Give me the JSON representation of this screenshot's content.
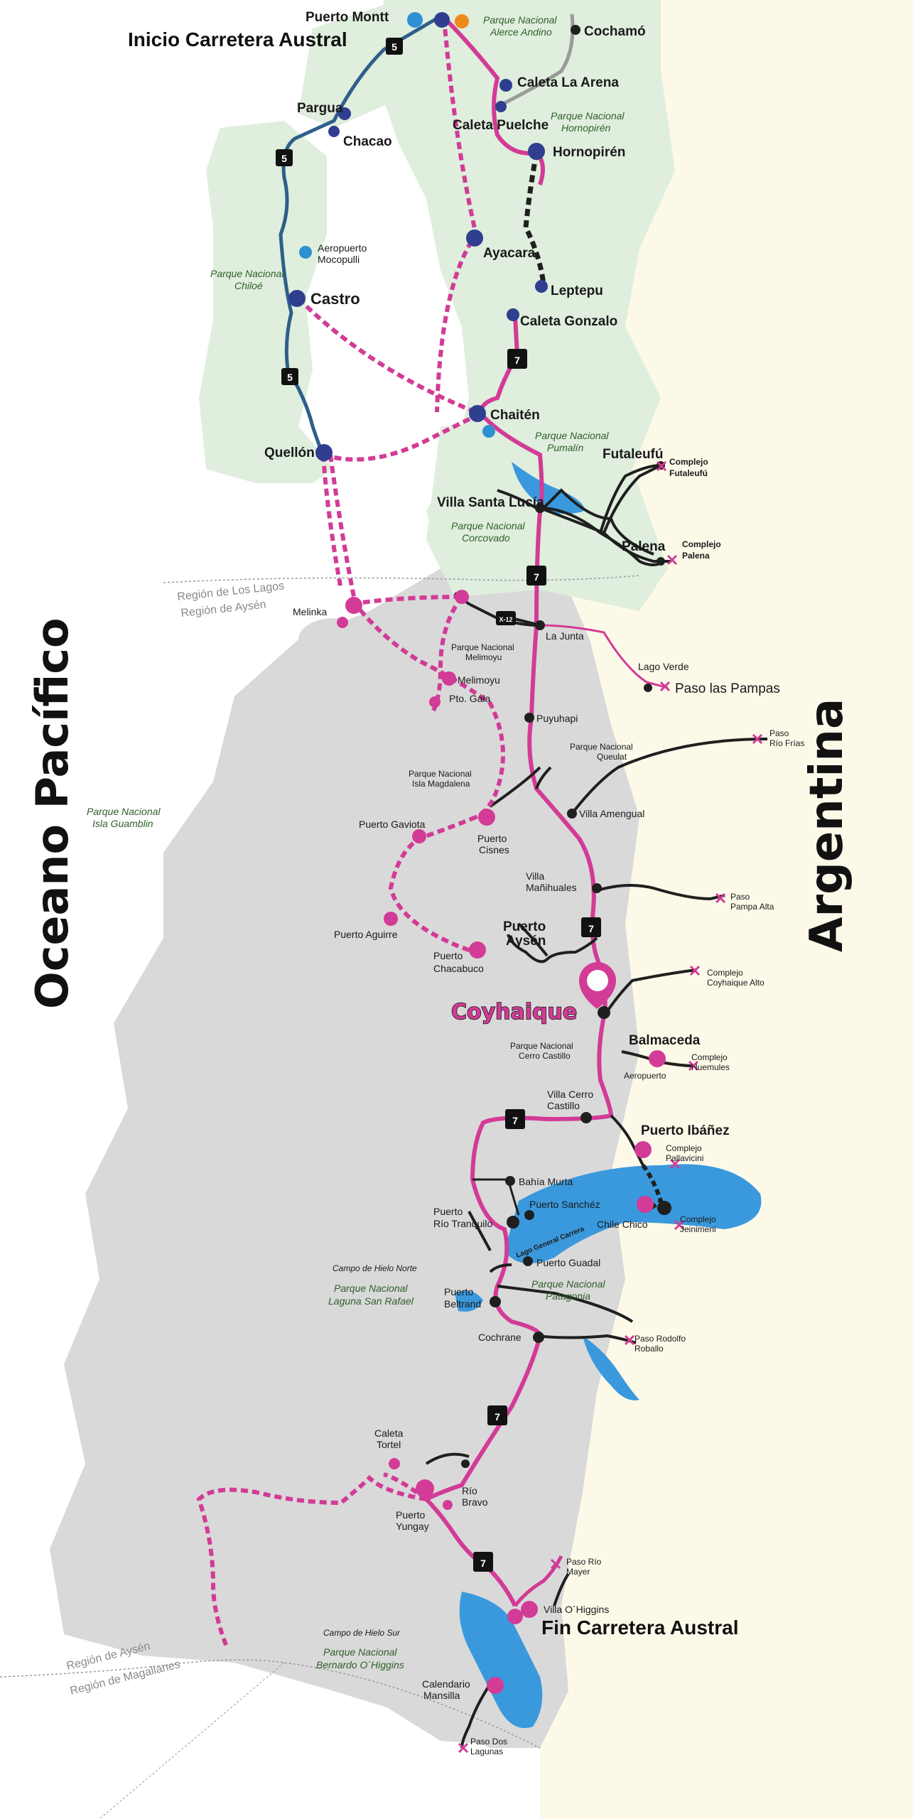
{
  "colors": {
    "chile_land": "#d9d9d9",
    "green_park": "#dfeedd",
    "argentina": "#fdf9e9",
    "water": "#3a99dd",
    "carretera": "#d23b96",
    "ferry": "#d23b96",
    "road": "#1f1f1f",
    "chiloe_road": "#2d5f8a",
    "grey_road": "#9a9a9a",
    "terminal_blue": "#2f3e8f",
    "terminal_pink": "#d23b96"
  },
  "labels": {
    "ocean": "Oceano Pacífico",
    "country": "Argentina",
    "start": "Inicio Carretera Austral",
    "end": "Fin Carretera Austral",
    "coyhaique": "Coyhaique",
    "region_lagos": "Región de Los Lagos",
    "region_aysen_north": "Región de Aysén",
    "region_aysen_south": "Región de Aysén",
    "region_magallanes": "Región de Magallanes"
  },
  "places": {
    "puerto_montt": "Puerto Montt",
    "cochamo": "Cochamó",
    "caleta_la_arena": "Caleta La Arena",
    "caleta_puelche": "Caleta Puelche",
    "hornopiren": "Hornopirén",
    "pargua": "Pargua",
    "chacao": "Chacao",
    "aeropuerto_mocopulli_1": "Aeropuerto",
    "aeropuerto_mocopulli_2": "Mocopulli",
    "ayacara": "Ayacara",
    "leptepu": "Leptepu",
    "caleta_gonzalo": "Caleta Gonzalo",
    "castro": "Castro",
    "chaiten": "Chaitén",
    "quellon": "Quellón",
    "futaleufu": "Futaleufú",
    "complejo_futaleufu_1": "Complejo",
    "complejo_futaleufu_2": "Futaleufú",
    "villa_santa_lucia": "Villa Santa Lucía",
    "palena": "Palena",
    "complejo_palena_1": "Complejo",
    "complejo_palena_2": "Palena",
    "melinka": "Melinka",
    "la_junta": "La Junta",
    "melimoyu": "Melimoyu",
    "pto_gala": "Pto. Gala",
    "lago_verde": "Lago Verde",
    "paso_las_pampas": "Paso las Pampas",
    "puyuhapi": "Puyuhapi",
    "paso_rio_frias_1": "Paso",
    "paso_rio_frias_2": "Río Frías",
    "villa_amengual": "Villa Amengual",
    "puerto_gaviota": "Puerto Gaviota",
    "puerto_cisnes_1": "Puerto",
    "puerto_cisnes_2": "Cisnes",
    "villa_manihuales_1": "Villa",
    "villa_manihuales_2": "Mañihuales",
    "paso_pampa_alta_1": "Paso",
    "paso_pampa_alta_2": "Pampa Alta",
    "puerto_aguirre": "Puerto Aguirre",
    "puerto_aysen_1": "Puerto",
    "puerto_aysen_2": "Aysén",
    "puerto_chacabuco_1": "Puerto",
    "puerto_chacabuco_2": "Chacabuco",
    "complejo_coyhaique_alto_1": "Complejo",
    "complejo_coyhaique_alto_2": "Coyhaique Alto",
    "balmaceda": "Balmaceda",
    "aeropuerto_balmaceda": "Aeropuerto",
    "complejo_huemules_1": "Complejo",
    "complejo_huemules_2": "Huemules",
    "villa_cerro_castillo_1": "Villa Cerro",
    "villa_cerro_castillo_2": "Castillo",
    "puerto_ibanez": "Puerto Ibáñez",
    "complejo_pallavicini_1": "Complejo",
    "complejo_pallavicini_2": "Pallavicini",
    "bahia_murta": "Bahía Murta",
    "puerto_sanchez": "Puerto Sanchéz",
    "puerto_rio_tranquilo_1": "Puerto",
    "puerto_rio_tranquilo_2": "Río Tranquilo",
    "chile_chico": "Chile Chico",
    "complejo_jeinimeni_1": "Complejo",
    "complejo_jeinimeni_2": "Jeinimeni",
    "lago_general_carrera": "Lago General Carrera",
    "puerto_guadal": "Puerto Guadal",
    "puerto_bertrand_1": "Puerto",
    "puerto_bertrand_2": "Beltrand",
    "cochrane": "Cochrane",
    "paso_rodolfo_roballo_1": "Paso Rodolfo",
    "paso_rodolfo_roballo_2": "Roballo",
    "caleta_tortel_1": "Caleta",
    "caleta_tortel_2": "Tortel",
    "rio_bravo_1": "Río",
    "rio_bravo_2": "Bravo",
    "puerto_yungay_1": "Puerto",
    "puerto_yungay_2": "Yungay",
    "paso_rio_mayer_1": "Paso Río",
    "paso_rio_mayer_2": "Mayer",
    "villa_ohiggins": "Villa O´Higgins",
    "calendario_mansilla_1": "Calendario",
    "calendario_mansilla_2": "Mansilla",
    "paso_dos_lagunas_1": "Paso Dos",
    "paso_dos_lagunas_2": "Lagunas"
  },
  "parks": {
    "alerce_andino_1": "Parque Nacional",
    "alerce_andino_2": "Alerce Andino",
    "hornopiren_1": "Parque Nacional",
    "hornopiren_2": "Hornopirén",
    "chiloe_1": "Parque Nacional",
    "chiloe_2": "Chiloé",
    "pumalin_1": "Parque Nacional",
    "pumalin_2": "Pumalín",
    "corcovado_1": "Parque Nacional",
    "corcovado_2": "Corcovado",
    "melimoyu_1": "Parque Nacional",
    "melimoyu_2": "Melimoyu",
    "queulat_1": "Parque Nacional",
    "queulat_2": "Queulat",
    "isla_magdalena_1": "Parque Nacional",
    "isla_magdalena_2": "Isla Magdalena",
    "isla_guamblin_1": "Parque Nacional",
    "isla_guamblin_2": "Isla Guamblin",
    "cerro_castillo_1": "Parque Nacional",
    "cerro_castillo_2": "Cerro Castillo",
    "hielo_norte": "Campo de Hielo Norte",
    "laguna_san_rafael_1": "Parque Nacional",
    "laguna_san_rafael_2": "Laguna San Rafael",
    "patagonia_1": "Parque Nacional",
    "patagonia_2": "Patagonia",
    "hielo_sur": "Campo de Hielo Sur",
    "bernardo_ohiggins_1": "Parque Nacional",
    "bernardo_ohiggins_2": "Bernardo O´Higgins"
  },
  "routes": {
    "ruta5_a": "5",
    "ruta5_b": "5",
    "ruta5_c": "5",
    "ruta7_a": "7",
    "ruta7_b": "7",
    "ruta7_c": "7",
    "ruta7_d": "7",
    "ruta7_e": "7",
    "ruta7_f": "7",
    "x12": "X-12"
  }
}
